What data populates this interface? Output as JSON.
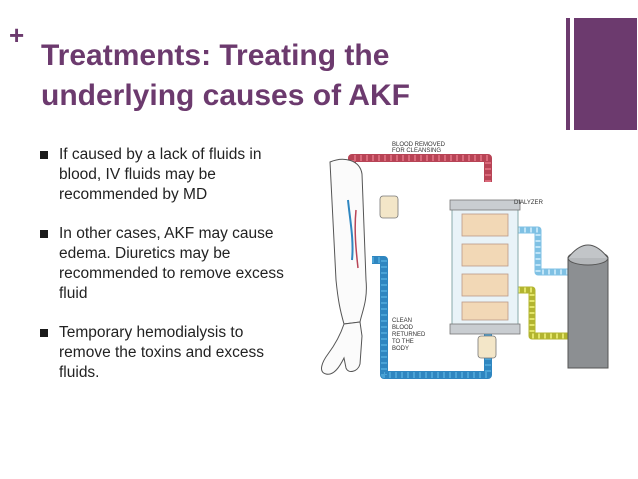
{
  "slide": {
    "plus_glyph": "+",
    "title_line1": "Treatments: Treating the",
    "title_line2": "underlying causes of AKF",
    "bullets": [
      "If caused by a lack of fluids in blood, IV fluids may be recommended by MD",
      " In other cases, AKF may cause edema. Diuretics may be recommended to remove excess fluid",
      "Temporary hemodialysis to remove the toxins and excess fluids."
    ]
  },
  "diagram": {
    "labels": {
      "blood_removed_1": "BLOOD REMOVED",
      "blood_removed_2": "FOR CLEANSING",
      "dialyzer": "DIALYZER",
      "clean_1": "CLEAN",
      "clean_2": "BLOOD",
      "clean_3": "RETURNED",
      "clean_4": "TO THE",
      "clean_5": "BODY"
    }
  },
  "colors": {
    "accent": "#6c3a6e",
    "red_tube": "#d9697a",
    "blue_tube": "#4aa3d6",
    "light_blue_tube": "#9fd3ef",
    "yellow_tube": "#d6d84a"
  }
}
